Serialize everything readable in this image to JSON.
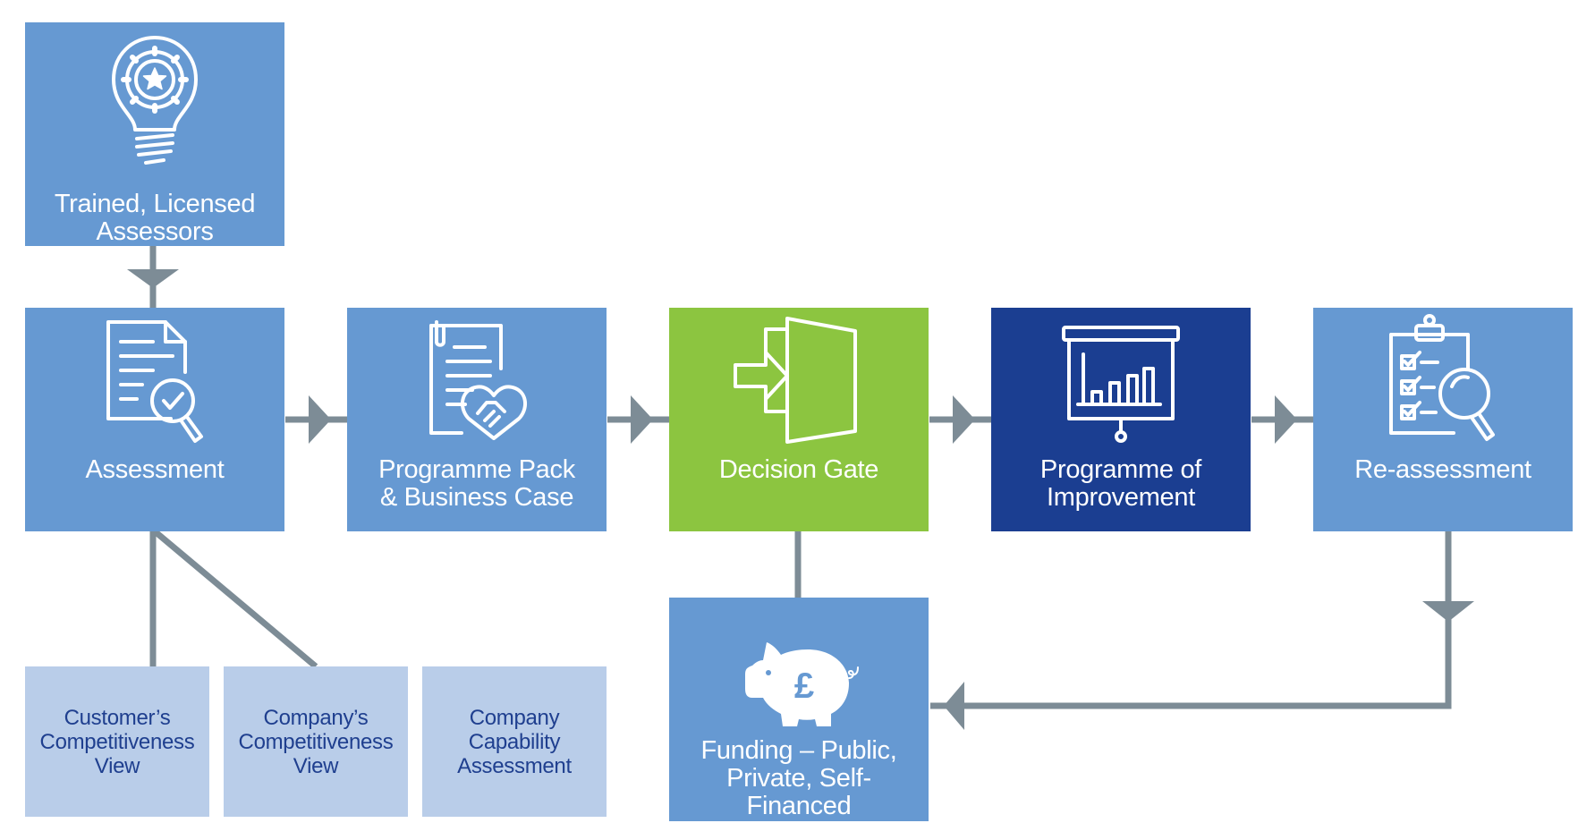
{
  "colors": {
    "primary_box": "#6699d2",
    "decision_box": "#8cc540",
    "improvement_box": "#1b3e91",
    "sub_box": "#b9cde9",
    "sub_box_text": "#1f3f8f",
    "connector": "#7d8c96"
  },
  "nodes": {
    "assessors": {
      "label": "Trained, Licensed Assessors",
      "icon": "lightbulb-star-icon"
    },
    "assessment": {
      "label": "Assessment",
      "icon": "document-check-magnifier-icon"
    },
    "programme_pack": {
      "label": "Programme Pack & Business Case",
      "icon": "document-handshake-icon"
    },
    "decision_gate": {
      "label": "Decision Gate",
      "icon": "door-enter-icon"
    },
    "programme_improvement": {
      "label": "Programme of Improvement",
      "icon": "presentation-chart-icon"
    },
    "reassessment": {
      "label": "Re-assessment",
      "icon": "clipboard-checklist-magnifier-icon"
    },
    "funding": {
      "label": "Funding – Public, Private, Self-Financed",
      "icon": "piggy-bank-pound-icon"
    }
  },
  "sub_nodes": [
    {
      "label": "Customer’s Competitiveness View"
    },
    {
      "label": "Company’s Competitiveness View"
    },
    {
      "label": "Company Capability Assessment"
    }
  ]
}
